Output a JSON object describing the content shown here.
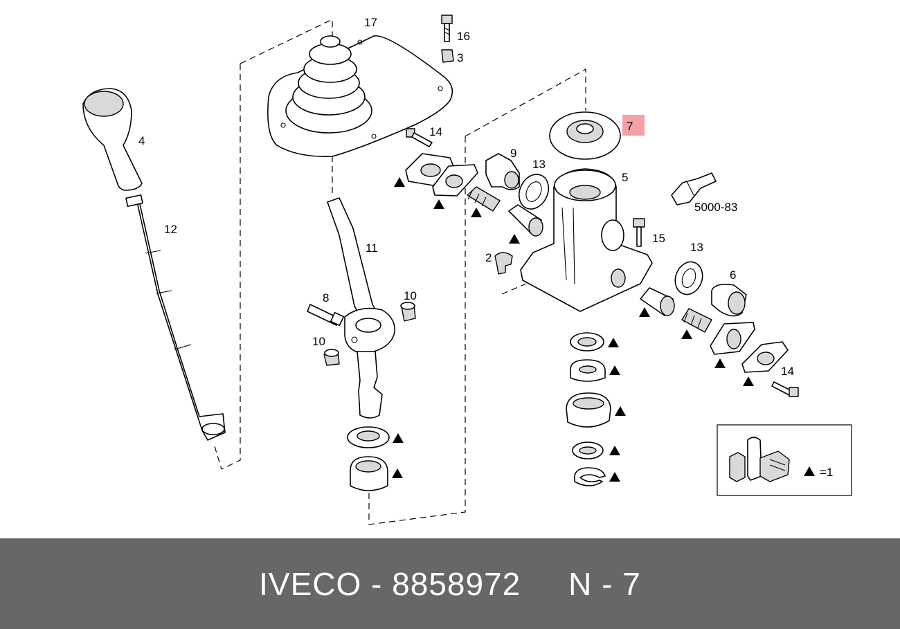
{
  "footer": {
    "brand": "IVECO",
    "separator": "-",
    "part_number": "8858972",
    "ref_prefix": "N",
    "ref_number": "7"
  },
  "highlight_color": "#f4a0a6",
  "footer_color": "#676767",
  "callouts": {
    "c17": "17",
    "c16": "16",
    "c3": "3",
    "c4": "4",
    "c14a": "14",
    "c9": "9",
    "c13a": "13",
    "c7": "7",
    "c5": "5",
    "c12": "12",
    "c11": "11",
    "c2": "2",
    "c15": "15",
    "c13b": "13",
    "c6": "6",
    "c8": "8",
    "c10a": "10",
    "c10b": "10",
    "c14b": "14",
    "c_sensor": "5000-83"
  },
  "legend": {
    "text": "=1"
  }
}
